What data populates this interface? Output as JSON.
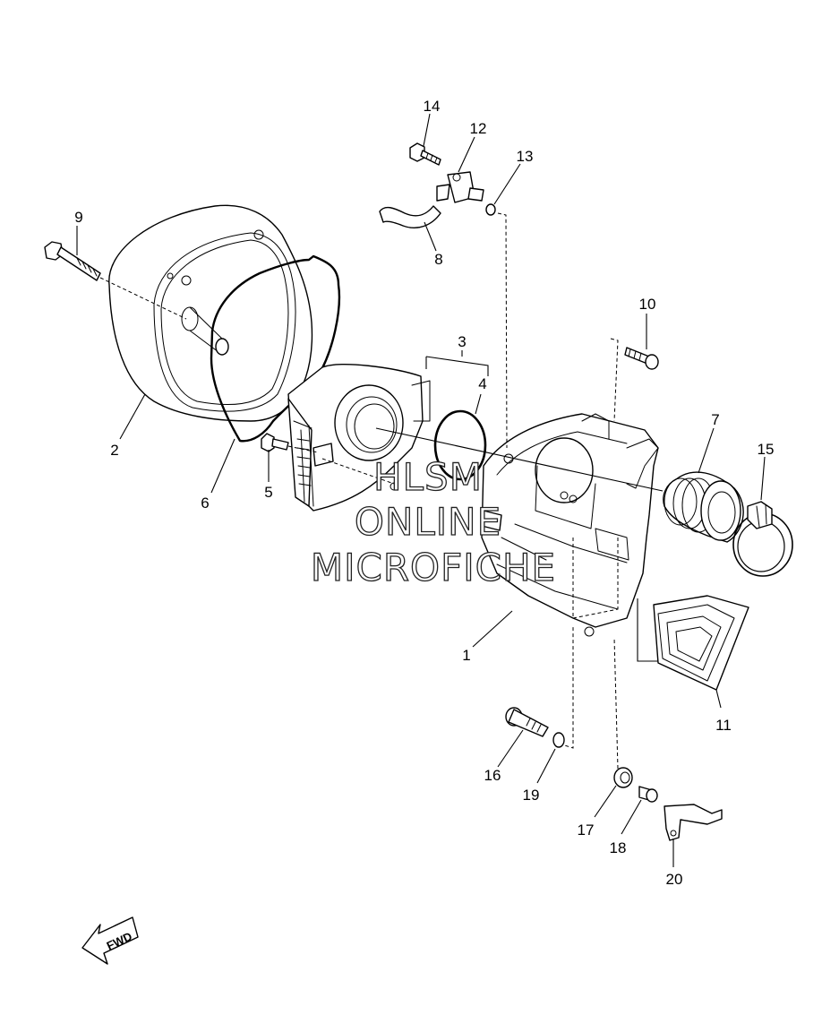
{
  "callouts": [
    {
      "id": "1",
      "label": "1"
    },
    {
      "id": "2",
      "label": "2"
    },
    {
      "id": "3",
      "label": "3"
    },
    {
      "id": "4",
      "label": "4"
    },
    {
      "id": "5",
      "label": "5"
    },
    {
      "id": "6",
      "label": "6"
    },
    {
      "id": "7",
      "label": "7"
    },
    {
      "id": "8",
      "label": "8"
    },
    {
      "id": "9",
      "label": "9"
    },
    {
      "id": "10",
      "label": "10"
    },
    {
      "id": "11",
      "label": "11"
    },
    {
      "id": "12",
      "label": "12"
    },
    {
      "id": "13",
      "label": "13"
    },
    {
      "id": "14",
      "label": "14"
    },
    {
      "id": "15",
      "label": "15"
    },
    {
      "id": "16",
      "label": "16"
    },
    {
      "id": "17",
      "label": "17"
    },
    {
      "id": "18",
      "label": "18"
    },
    {
      "id": "19",
      "label": "19"
    },
    {
      "id": "20",
      "label": "20"
    }
  ],
  "watermark": {
    "line1": "HLSM",
    "line2": "ONLINE",
    "line3": "MICROFICHE"
  },
  "fwd_label": "FWD",
  "colors": {
    "line": "#000000",
    "background": "#ffffff"
  }
}
